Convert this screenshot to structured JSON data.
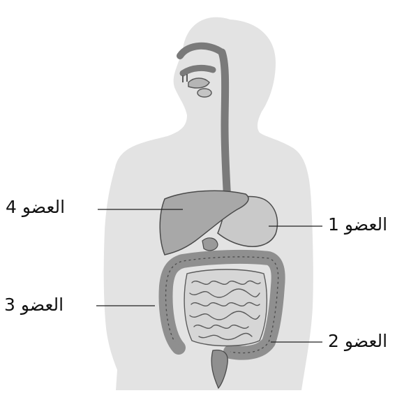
{
  "labels": {
    "organ_1": "العضو 1",
    "organ_2": "العضو 2",
    "organ_3": "العضو 3",
    "organ_4": "العضو 4"
  },
  "colors": {
    "body_silhouette": "#e3e3e3",
    "esophagus": "#7a7a7a",
    "liver": "#a8a8a8",
    "stomach": "#c9c9c9",
    "small_intestine": "#d6d6d6",
    "large_intestine": "#8f8f8f",
    "outline": "#4a4a4a",
    "leader_line": "#222222"
  }
}
